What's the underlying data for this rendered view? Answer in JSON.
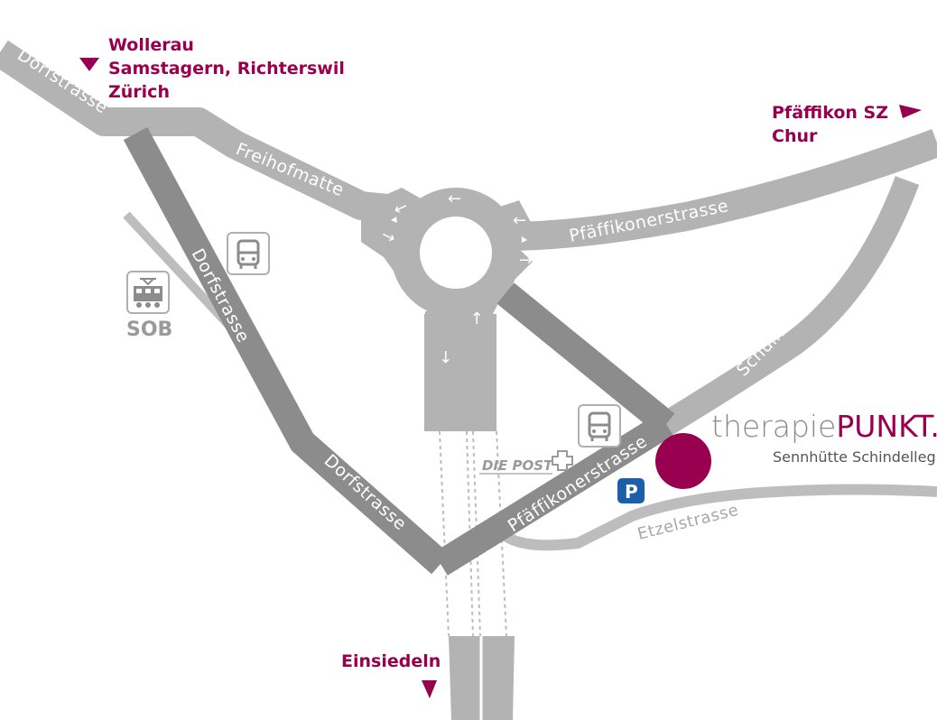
{
  "destinations": {
    "north_west": [
      "Wollerau",
      "Samstagern, Richterswil",
      "Zürich"
    ],
    "north_east": [
      "Pfäffikon SZ",
      "Chur"
    ],
    "south": [
      "Einsiedeln"
    ]
  },
  "roads": {
    "dorfstrasse_top": "Dorfstrasse",
    "dorfstrasse_mid": "Dorfstrasse",
    "dorfstrasse_low": "Dorfstrasse",
    "freihofmatte": "Freihofmatte",
    "pfaeffikonerstrasse_east": "Pfäffikonerstrasse",
    "pfaeffikonerstrasse_diag": "Pfäffikonerstrasse",
    "pfaeffikonerstrasse_low": "Pfäffikonerstrasse",
    "schulhaustrasse": "Schulhaustrasse",
    "etzelstrasse": "Etzelstrasse"
  },
  "brand": {
    "name_light": "therapie",
    "name_strong": "PUNKT.",
    "subtitle": "Sennhütte Schindellegi"
  },
  "pois": {
    "post": "DIE POST",
    "railway": "SOB",
    "parking": "P"
  },
  "icons": {
    "bus_1": "bus-stop-icon",
    "bus_2": "bus-stop-icon",
    "train": "train-icon",
    "parking": "parking-icon",
    "post": "post-logo-icon",
    "location": "location-dot-icon"
  },
  "colors": {
    "accent": "#98004f",
    "main_road": "#8c8c8c",
    "secondary_road": "#b3b3b3",
    "minor_road": "#bdbdbd",
    "parking_blue": "#1a5fa8"
  }
}
